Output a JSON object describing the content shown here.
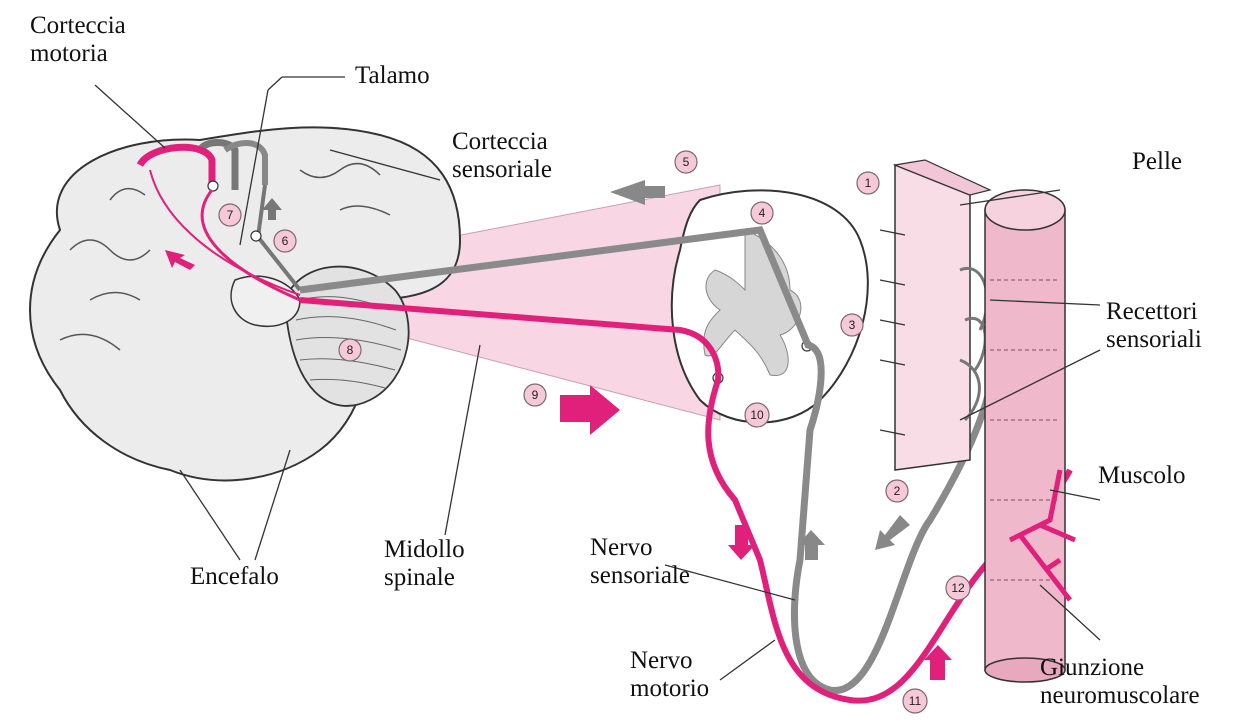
{
  "labels": {
    "corteccia_motoria": [
      "Corteccia",
      "motoria"
    ],
    "talamo": "Talamo",
    "corteccia_sensoriale": [
      "Corteccia",
      "sensoriale"
    ],
    "pelle": "Pelle",
    "recettori_sensoriali": [
      "Recettori",
      "sensoriali"
    ],
    "muscolo": "Muscolo",
    "midollo_spinale": [
      "Midollo",
      "spinale"
    ],
    "encefalo": "Encefalo",
    "nervo_sensoriale": [
      "Nervo",
      "sensoriale"
    ],
    "nervo_motorio": [
      "Nervo",
      "motorio"
    ],
    "giunzione_neuromuscolare": [
      "Giunzione",
      "neuromuscolare"
    ]
  },
  "steps": [
    "1",
    "2",
    "3",
    "4",
    "5",
    "6",
    "7",
    "8",
    "9",
    "10",
    "11",
    "12"
  ],
  "colors": {
    "motor_pathway": "#e0207a",
    "sensory_pathway": "#8a8a8a",
    "highlight_fill": "#f8d6e3",
    "muscle": "#f0b8cb",
    "tissue": "#e8e8e8",
    "outline": "#333333"
  }
}
